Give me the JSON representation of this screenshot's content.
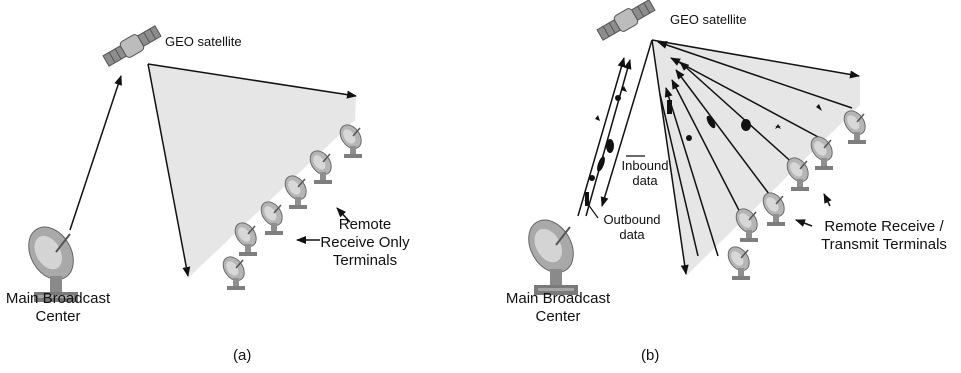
{
  "panel_a": {
    "satellite_label": "GEO satellite",
    "center_label_line1": "Main Broadcast",
    "center_label_line2": "Center",
    "terminals_line1": "Remote",
    "terminals_line2": "Receive Only",
    "terminals_line3": "Terminals",
    "caption": "(a)"
  },
  "panel_b": {
    "satellite_label": "GEO satellite",
    "center_label_line1": "Main Broadcast",
    "center_label_line2": "Center",
    "inbound_line1": "Inbound",
    "inbound_line2": "data",
    "outbound_line1": "Outbound",
    "outbound_line2": "data",
    "terminals_line1": "Remote Receive /",
    "terminals_line2": "Transmit Terminals",
    "caption": "(b)"
  },
  "colors": {
    "coverage": "#e6e6e6",
    "ink": "#111111",
    "antenna": "#9a9a9a"
  }
}
